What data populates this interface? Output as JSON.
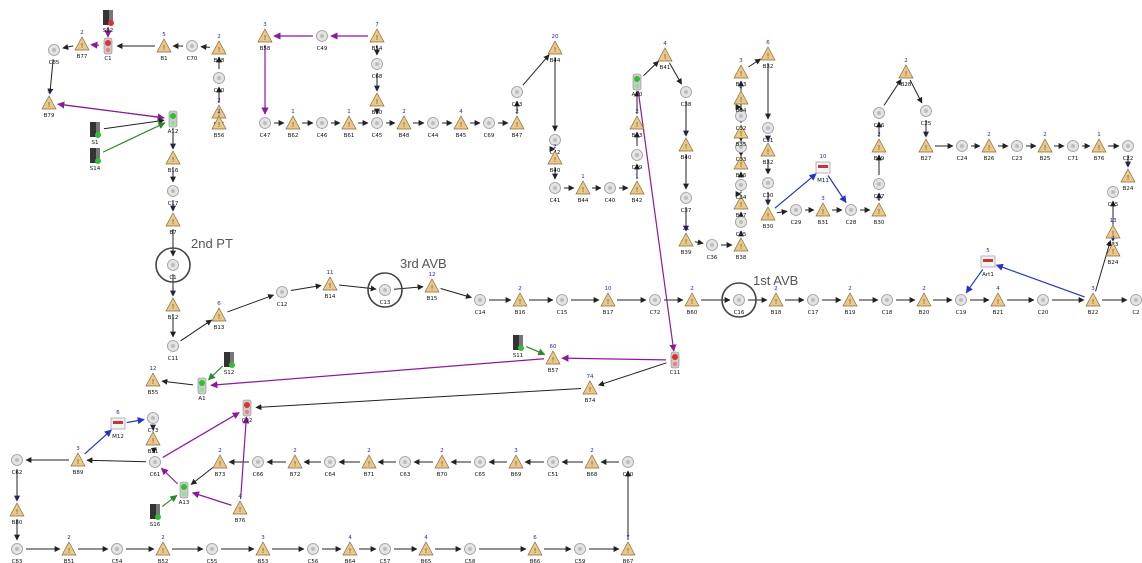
{
  "annotations": {
    "pt2": "2nd PT",
    "avb3": "3rd AVB",
    "avb1": "1st AVB"
  },
  "colors": {
    "edge_default": "#222222",
    "edge_purple": "#8b1a9b",
    "edge_blue": "#2233cc",
    "triangle_fill": "#e8c98a",
    "circle_fill": "#e4e4e4",
    "highlight_ring": "#444444",
    "label_id": "#111111",
    "label_count": "#2222cc"
  },
  "nodes": [
    {
      "id": "S92",
      "t": "src",
      "c": ""
    },
    {
      "id": "C85",
      "t": "c",
      "c": ""
    },
    {
      "id": "B77",
      "t": "b",
      "c": "2"
    },
    {
      "id": "C1",
      "t": "r",
      "c": ""
    },
    {
      "id": "B1",
      "t": "b",
      "c": "5"
    },
    {
      "id": "C70",
      "t": "c",
      "c": ""
    },
    {
      "id": "B88",
      "t": "b",
      "c": "2"
    },
    {
      "id": "C90",
      "t": "c",
      "c": ""
    },
    {
      "id": "B86",
      "t": "b",
      "c": "2"
    },
    {
      "id": "B79",
      "t": "b",
      "c": "5"
    },
    {
      "id": "A12",
      "t": "g",
      "c": ""
    },
    {
      "id": "S1",
      "t": "src",
      "c": ""
    },
    {
      "id": "S14",
      "t": "src",
      "c": ""
    },
    {
      "id": "B16",
      "t": "b",
      "c": "2"
    },
    {
      "id": "C17",
      "t": "c",
      "c": ""
    },
    {
      "id": "B7",
      "t": "b",
      "c": "2"
    },
    {
      "id": "C1b",
      "t": "c",
      "c": ""
    },
    {
      "id": "B12",
      "t": "b",
      "c": "2"
    },
    {
      "id": "C11",
      "t": "c",
      "c": ""
    },
    {
      "id": "B13",
      "t": "b",
      "c": "6"
    },
    {
      "id": "C12",
      "t": "c",
      "c": ""
    },
    {
      "id": "B14",
      "t": "b",
      "c": "11"
    },
    {
      "id": "C13",
      "t": "c",
      "c": ""
    },
    {
      "id": "B15",
      "t": "b",
      "c": "12"
    },
    {
      "id": "C14",
      "t": "c",
      "c": ""
    },
    {
      "id": "B16b",
      "t": "b",
      "c": "2"
    },
    {
      "id": "C15",
      "t": "c",
      "c": ""
    },
    {
      "id": "B17",
      "t": "b",
      "c": "10"
    },
    {
      "id": "C72",
      "t": "c",
      "c": ""
    },
    {
      "id": "B60",
      "t": "b",
      "c": "2"
    },
    {
      "id": "C16",
      "t": "c",
      "c": ""
    },
    {
      "id": "B18",
      "t": "b",
      "c": "2"
    },
    {
      "id": "C17b",
      "t": "c",
      "c": ""
    },
    {
      "id": "B19",
      "t": "b",
      "c": "2"
    },
    {
      "id": "C18",
      "t": "c",
      "c": ""
    },
    {
      "id": "B20",
      "t": "b",
      "c": "2"
    },
    {
      "id": "C19",
      "t": "c",
      "c": ""
    },
    {
      "id": "B21",
      "t": "b",
      "c": "4"
    },
    {
      "id": "C20",
      "t": "c",
      "c": ""
    },
    {
      "id": "B22",
      "t": "b",
      "c": "3"
    },
    {
      "id": "C2",
      "t": "c",
      "c": ""
    },
    {
      "id": "M1",
      "t": "m",
      "c": "5",
      "l": "Art1"
    },
    {
      "id": "B23",
      "t": "b",
      "c": "13"
    },
    {
      "id": "C95",
      "t": "c",
      "c": ""
    },
    {
      "id": "B24",
      "t": "b",
      "c": "2"
    },
    {
      "id": "C49",
      "t": "c",
      "c": ""
    },
    {
      "id": "B58",
      "t": "b",
      "c": "3"
    },
    {
      "id": "B54",
      "t": "b",
      "c": "7"
    },
    {
      "id": "C68",
      "t": "c",
      "c": ""
    },
    {
      "id": "B60b",
      "t": "b",
      "c": "2"
    },
    {
      "id": "B56",
      "t": "b",
      "c": "2"
    },
    {
      "id": "C47",
      "t": "c",
      "c": ""
    },
    {
      "id": "B62",
      "t": "b",
      "c": "1"
    },
    {
      "id": "C46",
      "t": "c",
      "c": ""
    },
    {
      "id": "B61",
      "t": "b",
      "c": "1"
    },
    {
      "id": "C45",
      "t": "c",
      "c": ""
    },
    {
      "id": "B48",
      "t": "b",
      "c": "2"
    },
    {
      "id": "C44",
      "t": "c",
      "c": ""
    },
    {
      "id": "B45",
      "t": "b",
      "c": "4"
    },
    {
      "id": "C69",
      "t": "c",
      "c": ""
    },
    {
      "id": "B47",
      "t": "b",
      "c": "2"
    },
    {
      "id": "C43",
      "t": "c",
      "c": ""
    },
    {
      "id": "B44",
      "t": "b",
      "c": "20"
    },
    {
      "id": "C42",
      "t": "c",
      "c": ""
    },
    {
      "id": "B40",
      "t": "b",
      "c": "2"
    },
    {
      "id": "C41",
      "t": "c",
      "c": ""
    },
    {
      "id": "B44b",
      "t": "b",
      "c": "1"
    },
    {
      "id": "C40",
      "t": "c",
      "c": ""
    },
    {
      "id": "B42",
      "t": "b",
      "c": "1"
    },
    {
      "id": "C39",
      "t": "c",
      "c": ""
    },
    {
      "id": "B43",
      "t": "b",
      "c": "2"
    },
    {
      "id": "A10",
      "t": "g",
      "c": ""
    },
    {
      "id": "B41",
      "t": "b",
      "c": "4"
    },
    {
      "id": "C38",
      "t": "c",
      "c": ""
    },
    {
      "id": "B40b",
      "t": "b",
      "c": "2"
    },
    {
      "id": "C37",
      "t": "c",
      "c": ""
    },
    {
      "id": "B39",
      "t": "b",
      "c": "21"
    },
    {
      "id": "C36",
      "t": "c",
      "c": ""
    },
    {
      "id": "B38",
      "t": "b",
      "c": "2"
    },
    {
      "id": "C35",
      "t": "c",
      "c": ""
    },
    {
      "id": "B37",
      "t": "b",
      "c": "2"
    },
    {
      "id": "C34",
      "t": "c",
      "c": ""
    },
    {
      "id": "B36",
      "t": "b",
      "c": "2"
    },
    {
      "id": "C33",
      "t": "c",
      "c": ""
    },
    {
      "id": "B35",
      "t": "b",
      "c": "2"
    },
    {
      "id": "C32",
      "t": "c",
      "c": ""
    },
    {
      "id": "B34",
      "t": "b",
      "c": "2"
    },
    {
      "id": "B33",
      "t": "b",
      "c": "3"
    },
    {
      "id": "B32",
      "t": "b",
      "c": "6"
    },
    {
      "id": "C31",
      "t": "c",
      "c": ""
    },
    {
      "id": "B32b",
      "t": "b",
      "c": "2"
    },
    {
      "id": "C30",
      "t": "c",
      "c": ""
    },
    {
      "id": "B30",
      "t": "b",
      "c": "2"
    },
    {
      "id": "C29",
      "t": "c",
      "c": ""
    },
    {
      "id": "B31",
      "t": "b",
      "c": "3"
    },
    {
      "id": "C28",
      "t": "c",
      "c": ""
    },
    {
      "id": "M11",
      "t": "m",
      "c": "10",
      "l": "M11"
    },
    {
      "id": "B30b",
      "t": "b",
      "c": "2"
    },
    {
      "id": "C27",
      "t": "c",
      "c": ""
    },
    {
      "id": "B29",
      "t": "b",
      "c": "2"
    },
    {
      "id": "C26",
      "t": "c",
      "c": ""
    },
    {
      "id": "B28",
      "t": "b",
      "c": "2"
    },
    {
      "id": "C25",
      "t": "c",
      "c": ""
    },
    {
      "id": "B27",
      "t": "b",
      "c": "2"
    },
    {
      "id": "C24",
      "t": "c",
      "c": ""
    },
    {
      "id": "B26",
      "t": "b",
      "c": "2"
    },
    {
      "id": "C23",
      "t": "c",
      "c": ""
    },
    {
      "id": "B25",
      "t": "b",
      "c": "2"
    },
    {
      "id": "C71",
      "t": "c",
      "c": ""
    },
    {
      "id": "B76b",
      "t": "b",
      "c": "1"
    },
    {
      "id": "C22",
      "t": "c",
      "c": ""
    },
    {
      "id": "B24b",
      "t": "b",
      "c": "2"
    },
    {
      "id": "S11",
      "t": "src",
      "c": ""
    },
    {
      "id": "B57",
      "t": "b",
      "c": "60"
    },
    {
      "id": "C11b",
      "t": "r",
      "c": ""
    },
    {
      "id": "S12",
      "t": "src",
      "c": ""
    },
    {
      "id": "A1",
      "t": "g",
      "c": ""
    },
    {
      "id": "B55",
      "t": "b",
      "c": "12"
    },
    {
      "id": "B74",
      "t": "b",
      "c": "74"
    },
    {
      "id": "M12",
      "t": "m",
      "c": "6",
      "l": "M12"
    },
    {
      "id": "C73",
      "t": "c",
      "c": ""
    },
    {
      "id": "C92",
      "t": "r",
      "c": ""
    },
    {
      "id": "B81",
      "t": "b",
      "c": "2"
    },
    {
      "id": "C62",
      "t": "c",
      "c": ""
    },
    {
      "id": "B89",
      "t": "b",
      "c": "3"
    },
    {
      "id": "C61",
      "t": "c",
      "c": ""
    },
    {
      "id": "B73",
      "t": "b",
      "c": "2"
    },
    {
      "id": "C66",
      "t": "c",
      "c": ""
    },
    {
      "id": "B72",
      "t": "b",
      "c": "2"
    },
    {
      "id": "C64",
      "t": "c",
      "c": ""
    },
    {
      "id": "B71",
      "t": "b",
      "c": "2"
    },
    {
      "id": "C63",
      "t": "c",
      "c": ""
    },
    {
      "id": "B70",
      "t": "b",
      "c": "2"
    },
    {
      "id": "C65",
      "t": "c",
      "c": ""
    },
    {
      "id": "B69",
      "t": "b",
      "c": "3"
    },
    {
      "id": "C51",
      "t": "c",
      "c": ""
    },
    {
      "id": "B68",
      "t": "b",
      "c": "2"
    },
    {
      "id": "C60",
      "t": "c",
      "c": ""
    },
    {
      "id": "A13",
      "t": "g",
      "c": ""
    },
    {
      "id": "S16",
      "t": "src",
      "c": ""
    },
    {
      "id": "B76",
      "t": "b",
      "c": "4"
    },
    {
      "id": "B80",
      "t": "b",
      "c": "5"
    },
    {
      "id": "C83",
      "t": "c",
      "c": ""
    },
    {
      "id": "B51",
      "t": "b",
      "c": "2"
    },
    {
      "id": "C54",
      "t": "c",
      "c": ""
    },
    {
      "id": "B52",
      "t": "b",
      "c": "2"
    },
    {
      "id": "C55",
      "t": "c",
      "c": ""
    },
    {
      "id": "B53",
      "t": "b",
      "c": "3"
    },
    {
      "id": "C56",
      "t": "c",
      "c": ""
    },
    {
      "id": "B64",
      "t": "b",
      "c": "4"
    },
    {
      "id": "C57",
      "t": "c",
      "c": ""
    },
    {
      "id": "B65",
      "t": "b",
      "c": "4"
    },
    {
      "id": "C58",
      "t": "c",
      "c": ""
    },
    {
      "id": "B66",
      "t": "b",
      "c": "6"
    },
    {
      "id": "C59",
      "t": "c",
      "c": ""
    },
    {
      "id": "B67",
      "t": "b",
      "c": "7"
    }
  ],
  "edges": [
    [
      "S92",
      "C1",
      "p"
    ],
    [
      "C1",
      "B77",
      "p"
    ],
    [
      "B77",
      "C85",
      "d"
    ],
    [
      "B1",
      "C1",
      "d"
    ],
    [
      "C70",
      "B1",
      "d"
    ],
    [
      "B88",
      "C70",
      "d"
    ],
    [
      "C90",
      "B88",
      "d"
    ],
    [
      "B86",
      "C90",
      "d"
    ],
    [
      "B79",
      "A12",
      "p"
    ],
    [
      "C85",
      "B79",
      "d"
    ],
    [
      "S1",
      "A12",
      "d"
    ],
    [
      "S14",
      "A12",
      "g"
    ],
    [
      "A12",
      "B79",
      "p"
    ],
    [
      "A12",
      "B16",
      "d"
    ],
    [
      "B16",
      "C17",
      "d"
    ],
    [
      "C17",
      "B7",
      "d"
    ],
    [
      "B7",
      "C1b",
      "d"
    ],
    [
      "C1b",
      "B12",
      "d"
    ],
    [
      "B12",
      "C11",
      "d"
    ],
    [
      "C11",
      "B13",
      "d"
    ],
    [
      "B13",
      "C12",
      "d"
    ],
    [
      "C12",
      "B14",
      "d"
    ],
    [
      "B14",
      "C13",
      "d"
    ],
    [
      "C13",
      "B15",
      "d"
    ],
    [
      "B15",
      "C14",
      "d"
    ],
    [
      "C14",
      "B16b",
      "d"
    ],
    [
      "B16b",
      "C15",
      "d"
    ],
    [
      "C15",
      "B17",
      "d"
    ],
    [
      "B17",
      "C72",
      "d"
    ],
    [
      "C72",
      "B60",
      "d"
    ],
    [
      "B60",
      "C16",
      "d"
    ],
    [
      "C16",
      "B18",
      "d"
    ],
    [
      "B18",
      "C17b",
      "d"
    ],
    [
      "C17b",
      "B19",
      "d"
    ],
    [
      "B19",
      "C18",
      "d"
    ],
    [
      "C18",
      "B20",
      "d"
    ],
    [
      "B20",
      "C19",
      "d"
    ],
    [
      "C19",
      "B21",
      "d"
    ],
    [
      "B21",
      "C20",
      "d"
    ],
    [
      "C20",
      "B22",
      "d"
    ],
    [
      "B22",
      "C2",
      "d"
    ],
    [
      "B22",
      "M1",
      "b"
    ],
    [
      "M1",
      "C19",
      "b"
    ],
    [
      "B22",
      "B23",
      "d"
    ],
    [
      "B23",
      "C95",
      "d"
    ],
    [
      "C95",
      "B24b",
      "d"
    ],
    [
      "C49",
      "B58",
      "p"
    ],
    [
      "B58",
      "C47",
      "p"
    ],
    [
      "B54",
      "C49",
      "p"
    ],
    [
      "B54",
      "C68",
      "d"
    ],
    [
      "C68",
      "B60b",
      "d"
    ],
    [
      "B60b",
      "C45",
      "d"
    ],
    [
      "C47",
      "B62",
      "d"
    ],
    [
      "B62",
      "C46",
      "d"
    ],
    [
      "C46",
      "B61",
      "d"
    ],
    [
      "B61",
      "C45",
      "d"
    ],
    [
      "C45",
      "B48",
      "d"
    ],
    [
      "B48",
      "C44",
      "d"
    ],
    [
      "C44",
      "B45",
      "d"
    ],
    [
      "B45",
      "C69",
      "d"
    ],
    [
      "C69",
      "B47",
      "d"
    ],
    [
      "B47",
      "C43",
      "d"
    ],
    [
      "C43",
      "B44",
      "d"
    ],
    [
      "B44",
      "C42",
      "d"
    ],
    [
      "C42",
      "B40",
      "d"
    ],
    [
      "B40",
      "C41",
      "d"
    ],
    [
      "C41",
      "B44b",
      "d"
    ],
    [
      "B44b",
      "C40",
      "d"
    ],
    [
      "C40",
      "B42",
      "d"
    ],
    [
      "B42",
      "C39",
      "d"
    ],
    [
      "C39",
      "B43",
      "d"
    ],
    [
      "B43",
      "A10",
      "d"
    ],
    [
      "A10",
      "B41",
      "d"
    ],
    [
      "B41",
      "C38",
      "d"
    ],
    [
      "C38",
      "B40b",
      "d"
    ],
    [
      "B40b",
      "C37",
      "d"
    ],
    [
      "C37",
      "B39",
      "d"
    ],
    [
      "B39",
      "C36",
      "d"
    ],
    [
      "C36",
      "B38",
      "d"
    ],
    [
      "B38",
      "C35",
      "d"
    ],
    [
      "C35",
      "B37",
      "d"
    ],
    [
      "B37",
      "C34",
      "d"
    ],
    [
      "C34",
      "B36",
      "d"
    ],
    [
      "B36",
      "C33",
      "d"
    ],
    [
      "C33",
      "B35",
      "d"
    ],
    [
      "B35",
      "B34",
      "d"
    ],
    [
      "B34",
      "C32",
      "d"
    ],
    [
      "C32",
      "B33",
      "d"
    ],
    [
      "B33",
      "B32",
      "d"
    ],
    [
      "B32",
      "C31",
      "d"
    ],
    [
      "C31",
      "B32b",
      "d"
    ],
    [
      "B32b",
      "C30",
      "d"
    ],
    [
      "C30",
      "B30",
      "d"
    ],
    [
      "B30",
      "C29",
      "d"
    ],
    [
      "C29",
      "B31",
      "d"
    ],
    [
      "B31",
      "C28",
      "d"
    ],
    [
      "C28",
      "B30b",
      "d"
    ],
    [
      "M11",
      "C28",
      "b"
    ],
    [
      "B30",
      "M11",
      "b"
    ],
    [
      "B30b",
      "C27",
      "d"
    ],
    [
      "C27",
      "B29",
      "d"
    ],
    [
      "B29",
      "C26",
      "d"
    ],
    [
      "C26",
      "B28",
      "d"
    ],
    [
      "B28",
      "C25",
      "d"
    ],
    [
      "C25",
      "B27",
      "d"
    ],
    [
      "B27",
      "C24",
      "d"
    ],
    [
      "C24",
      "B26",
      "d"
    ],
    [
      "B26",
      "C23",
      "d"
    ],
    [
      "C23",
      "B25",
      "d"
    ],
    [
      "B25",
      "C71",
      "d"
    ],
    [
      "C71",
      "B76b",
      "d"
    ],
    [
      "B76b",
      "C22",
      "d"
    ],
    [
      "C22",
      "B24",
      "d"
    ],
    [
      "A10",
      "C11b",
      "p"
    ],
    [
      "S11",
      "B57",
      "g"
    ],
    [
      "C11b",
      "B57",
      "p"
    ],
    [
      "B57",
      "A1",
      "p"
    ],
    [
      "S12",
      "A1",
      "g"
    ],
    [
      "A1",
      "B55",
      "d"
    ],
    [
      "C11b",
      "B74",
      "d"
    ],
    [
      "B74",
      "C92",
      "d"
    ],
    [
      "M12",
      "C73",
      "b"
    ],
    [
      "B89",
      "M12",
      "b"
    ],
    [
      "C73",
      "B81",
      "d"
    ],
    [
      "B81",
      "C61",
      "d"
    ],
    [
      "C61",
      "B89",
      "d"
    ],
    [
      "B89",
      "C62",
      "d"
    ],
    [
      "C61",
      "C92",
      "p"
    ],
    [
      "C60",
      "B68",
      "d"
    ],
    [
      "B68",
      "C51",
      "d"
    ],
    [
      "C51",
      "B69",
      "d"
    ],
    [
      "B69",
      "C65",
      "d"
    ],
    [
      "C65",
      "B70",
      "d"
    ],
    [
      "B70",
      "C63",
      "d"
    ],
    [
      "C63",
      "B71",
      "d"
    ],
    [
      "B71",
      "C64",
      "d"
    ],
    [
      "C64",
      "B72",
      "d"
    ],
    [
      "B72",
      "C66",
      "d"
    ],
    [
      "C66",
      "B73",
      "d"
    ],
    [
      "B73",
      "A13",
      "d"
    ],
    [
      "A13",
      "C61",
      "p"
    ],
    [
      "B76",
      "A13",
      "p"
    ],
    [
      "B76",
      "C92",
      "p"
    ],
    [
      "S16",
      "A13",
      "g"
    ],
    [
      "C62",
      "B80",
      "d"
    ],
    [
      "B80",
      "C83",
      "d"
    ],
    [
      "C83",
      "B51",
      "d"
    ],
    [
      "B51",
      "C54",
      "d"
    ],
    [
      "C54",
      "B52",
      "d"
    ],
    [
      "B52",
      "C55",
      "d"
    ],
    [
      "C55",
      "B53",
      "d"
    ],
    [
      "B53",
      "C56",
      "d"
    ],
    [
      "C56",
      "B64",
      "d"
    ],
    [
      "B64",
      "C57",
      "d"
    ],
    [
      "C57",
      "B65",
      "d"
    ],
    [
      "B65",
      "C58",
      "d"
    ],
    [
      "C58",
      "B66",
      "d"
    ],
    [
      "B66",
      "C59",
      "d"
    ],
    [
      "C59",
      "B67",
      "d"
    ],
    [
      "B67",
      "C60",
      "d"
    ]
  ],
  "highlights": [
    "C1b",
    "C13",
    "C16"
  ]
}
